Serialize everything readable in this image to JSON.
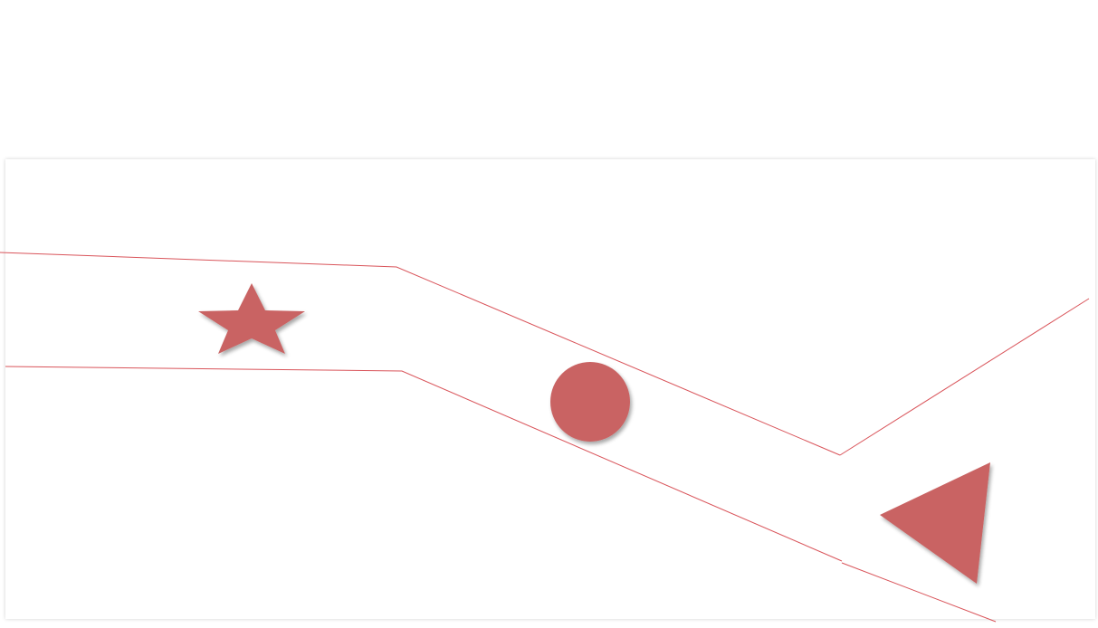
{
  "diagram": {
    "line_color": "#d9545a",
    "shape_color": "#c96464",
    "shapes": [
      {
        "kind": "star",
        "name": "star-shape"
      },
      {
        "kind": "circle",
        "name": "circle-shape"
      },
      {
        "kind": "triangle",
        "name": "triangle-shape"
      }
    ]
  }
}
